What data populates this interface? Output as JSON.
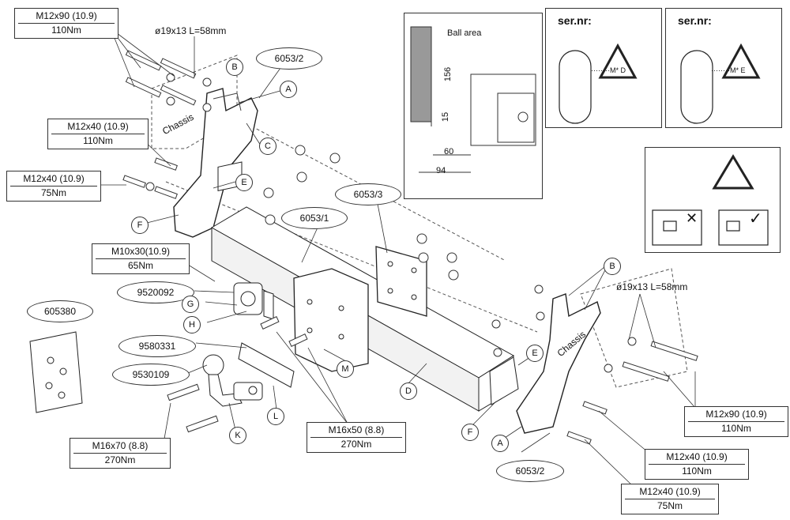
{
  "bolt_labels": {
    "top_left_m12x90": {
      "size": "M12x90 (10.9)",
      "torque": "110Nm"
    },
    "left_m12x40_110": {
      "size": "M12x40 (10.9)",
      "torque": "110Nm"
    },
    "left_m12x40_75": {
      "size": "M12x40 (10.9)",
      "torque": "75Nm"
    },
    "m10x30": {
      "size": "M10x30(10.9)",
      "torque": "65Nm"
    },
    "m16x70": {
      "size": "M16x70 (8.8)",
      "torque": "270Nm"
    },
    "m16x50": {
      "size": "M16x50 (8.8)",
      "torque": "270Nm"
    },
    "right_m12x90": {
      "size": "M12x90 (10.9)",
      "torque": "110Nm"
    },
    "right_m12x40_110": {
      "size": "M12x40 (10.9)",
      "torque": "110Nm"
    },
    "right_m12x40_75": {
      "size": "M12x40 (10.9)",
      "torque": "75Nm"
    },
    "spacer_left": "ø19x13 L=58mm",
    "spacer_right": "ø19x13 L=58mm"
  },
  "part_numbers": {
    "p6053_2_top": "6053/2",
    "p6053_3": "6053/3",
    "p6053_1": "6053/1",
    "p9520092": "9520092",
    "p605380": "605380",
    "p9580331": "9580331",
    "p9530109": "9530109",
    "p6053_2_bottom": "6053/2"
  },
  "letters": {
    "A": "A",
    "B": "B",
    "C": "C",
    "D": "D",
    "E": "E",
    "F": "F",
    "G": "G",
    "H": "H",
    "K": "K",
    "L": "L",
    "M": "M"
  },
  "chassis": "Chassis",
  "ball_area": {
    "title": "Ball area",
    "dim_156": "156",
    "dim_15": "15",
    "dim_60": "60",
    "dim_94": "94"
  },
  "ser_panels": [
    {
      "title": "ser.nr:",
      "code": "········M* D"
    },
    {
      "title": "ser.nr:",
      "code": "········M* E"
    }
  ],
  "warn_x": "✕",
  "warn_ok": "✓"
}
